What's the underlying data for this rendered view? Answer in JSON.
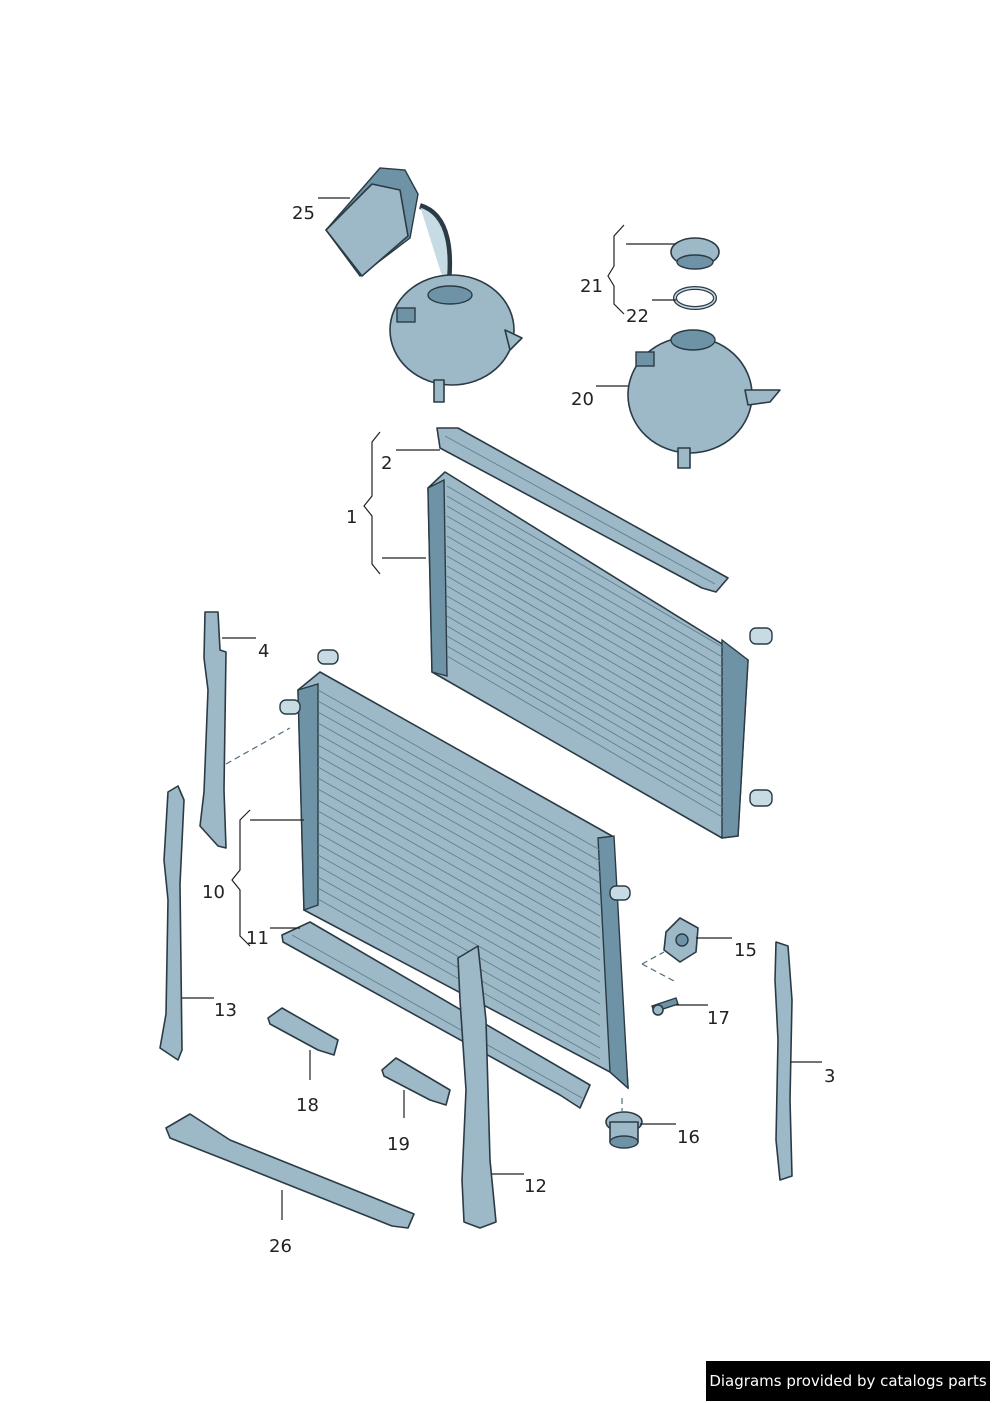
{
  "callouts": {
    "c1": "1",
    "c2": "2",
    "c3": "3",
    "c4": "4",
    "c10": "10",
    "c11": "11",
    "c12": "12",
    "c13": "13",
    "c15": "15",
    "c16": "16",
    "c17": "17",
    "c18": "18",
    "c19": "19",
    "c20": "20",
    "c21": "21",
    "c22": "22",
    "c25": "25",
    "c26": "26"
  },
  "credit": "Diagrams provided by catalogs parts",
  "colors": {
    "part_fill": "#9db9c8",
    "outline": "#2b3b45"
  }
}
